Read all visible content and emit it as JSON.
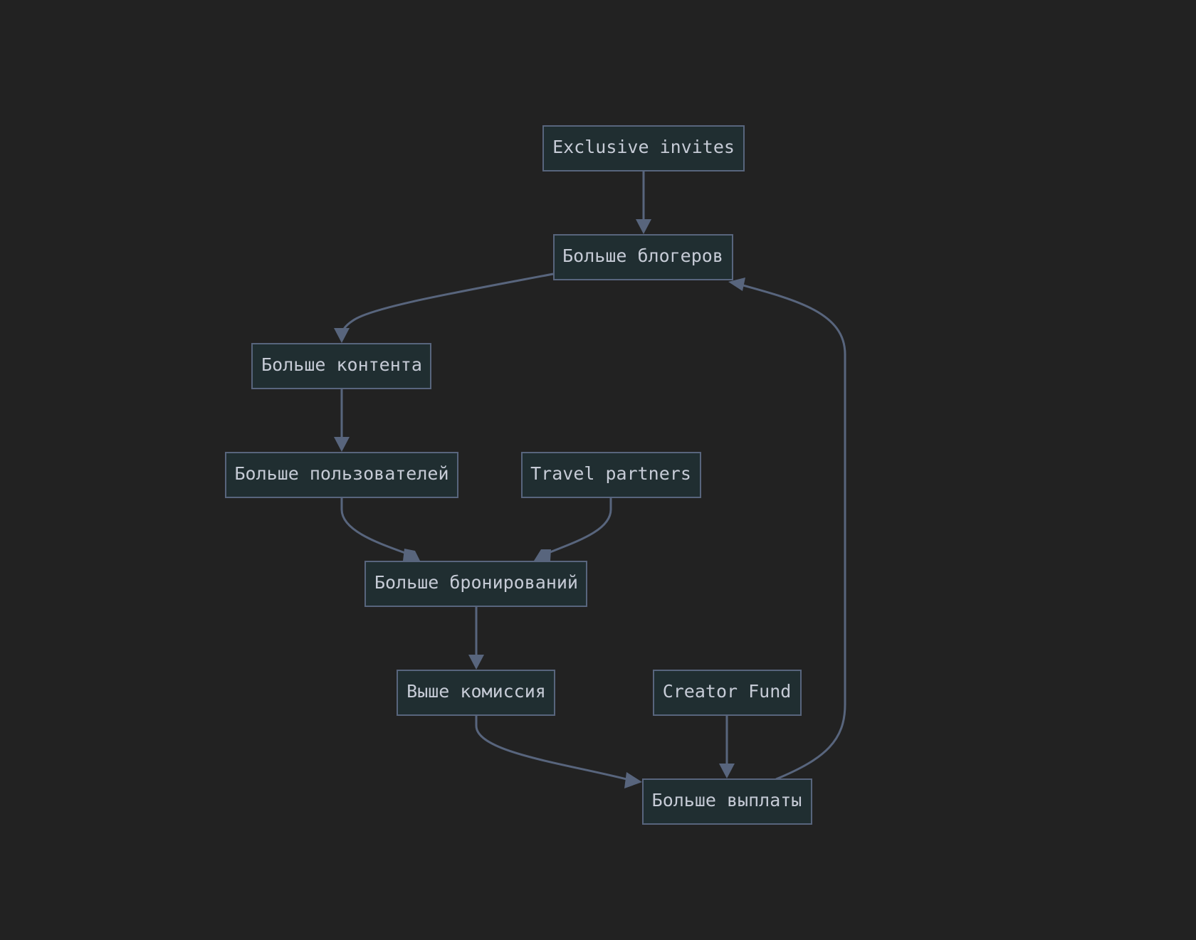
{
  "diagram": {
    "type": "flowchart",
    "background": "#222222",
    "node_fill": "#202e31",
    "node_stroke": "#58657d",
    "edge_color": "#58657d",
    "text_color": "#c6cbd6",
    "nodes": [
      {
        "id": "invites",
        "label": "Exclusive invites"
      },
      {
        "id": "bloggers",
        "label": "Больше блогеров"
      },
      {
        "id": "content",
        "label": "Больше контента"
      },
      {
        "id": "users",
        "label": "Больше пользователей"
      },
      {
        "id": "partners",
        "label": "Travel partners"
      },
      {
        "id": "bookings",
        "label": "Больше бронирований"
      },
      {
        "id": "commission",
        "label": "Выше комиссия"
      },
      {
        "id": "fund",
        "label": "Creator Fund"
      },
      {
        "id": "payouts",
        "label": "Больше выплаты"
      }
    ],
    "edges": [
      {
        "from": "invites",
        "to": "bloggers"
      },
      {
        "from": "bloggers",
        "to": "content"
      },
      {
        "from": "content",
        "to": "users"
      },
      {
        "from": "users",
        "to": "bookings"
      },
      {
        "from": "partners",
        "to": "bookings"
      },
      {
        "from": "bookings",
        "to": "commission"
      },
      {
        "from": "commission",
        "to": "payouts"
      },
      {
        "from": "fund",
        "to": "payouts"
      },
      {
        "from": "payouts",
        "to": "bloggers"
      }
    ]
  }
}
